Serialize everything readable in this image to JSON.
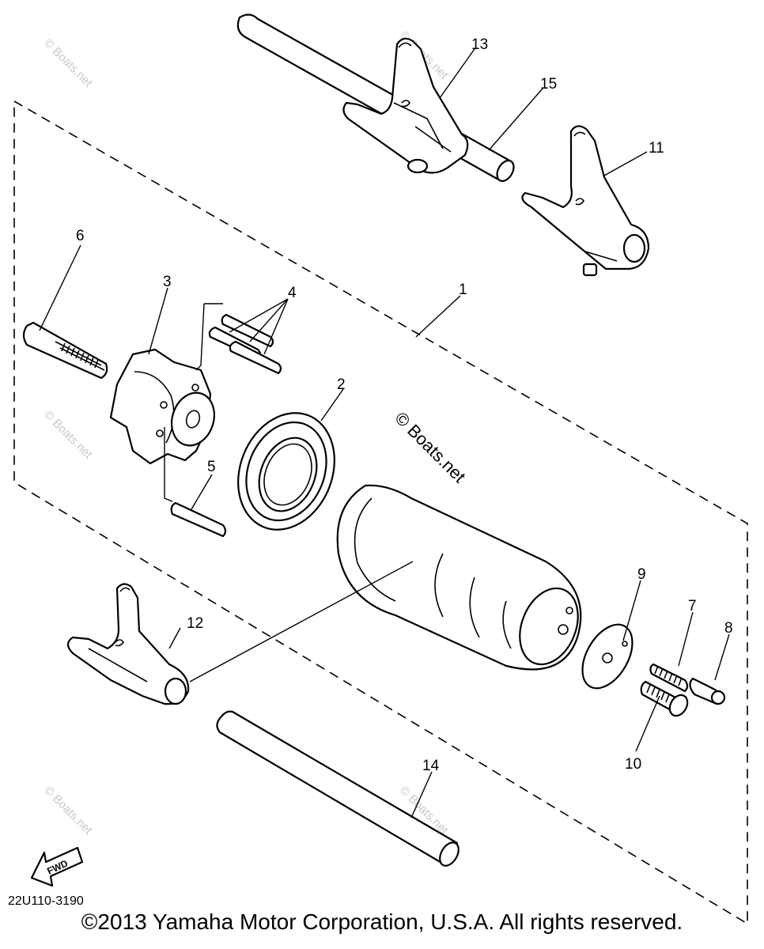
{
  "callouts": {
    "c1": "1",
    "c2": "2",
    "c3": "3",
    "c4": "4",
    "c5": "5",
    "c6": "6",
    "c7": "7",
    "c8": "8",
    "c9": "9",
    "c10": "10",
    "c11": "11",
    "c12": "12",
    "c13": "13",
    "c14": "14",
    "c15": "15"
  },
  "watermark": {
    "center": "© Boats.net",
    "small": "© Boats.net"
  },
  "fwd_label": "FWD",
  "diagram_code": "22U110-3190",
  "copyright": "©2013 Yamaha Motor Corporation, U.S.A. All rights reserved."
}
